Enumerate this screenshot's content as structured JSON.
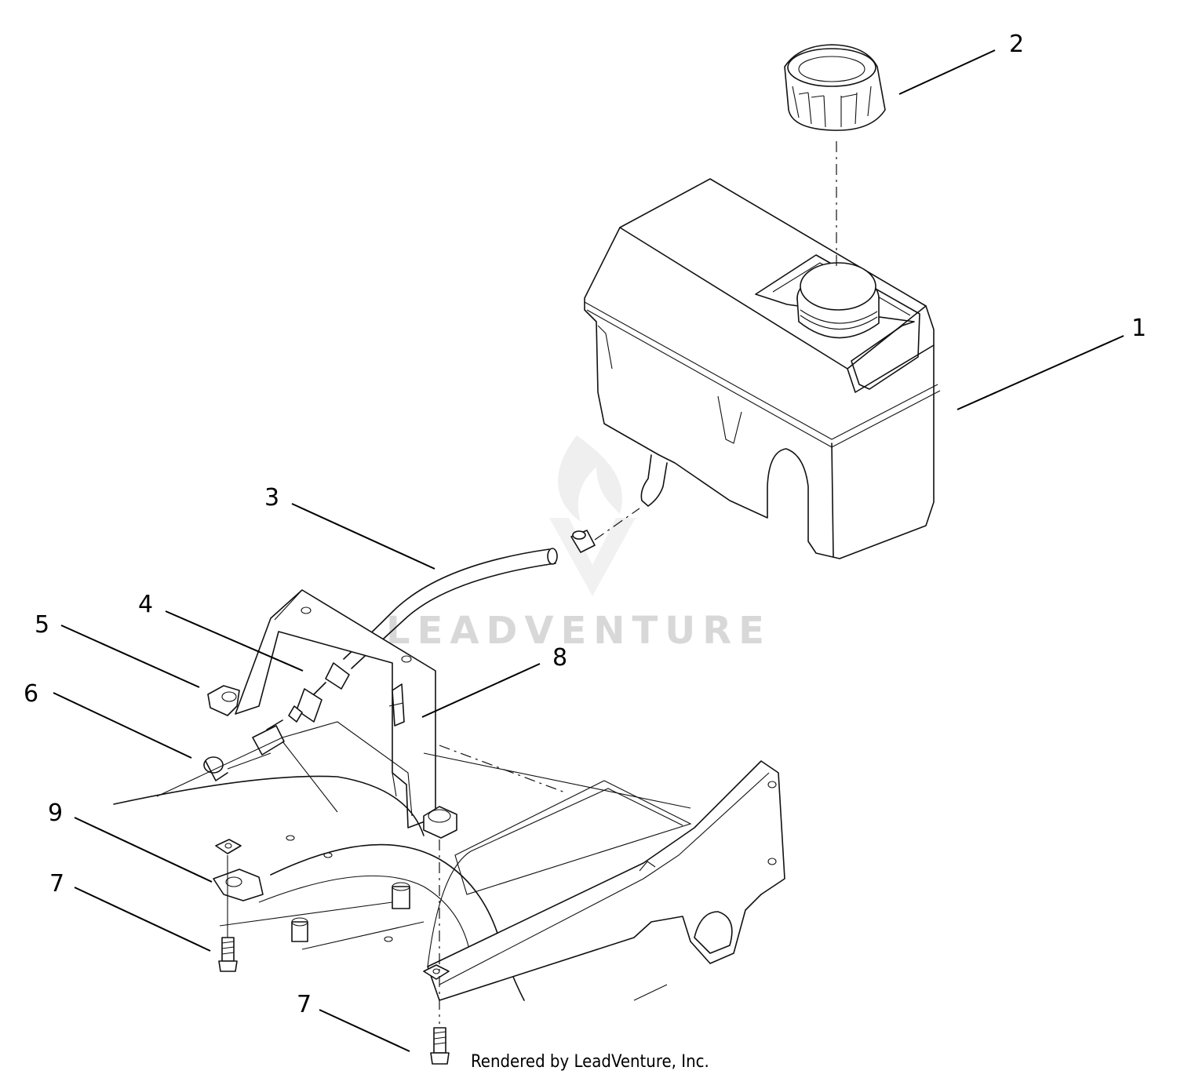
{
  "callouts": {
    "c1": "1",
    "c2": "2",
    "c3": "3",
    "c4": "4",
    "c5": "5",
    "c6": "6",
    "c7a": "7",
    "c7b": "7",
    "c8": "8",
    "c9": "9"
  },
  "watermark": {
    "text": "LEADVENTURE"
  },
  "footer": {
    "credit": "Rendered by LeadVenture, Inc."
  }
}
